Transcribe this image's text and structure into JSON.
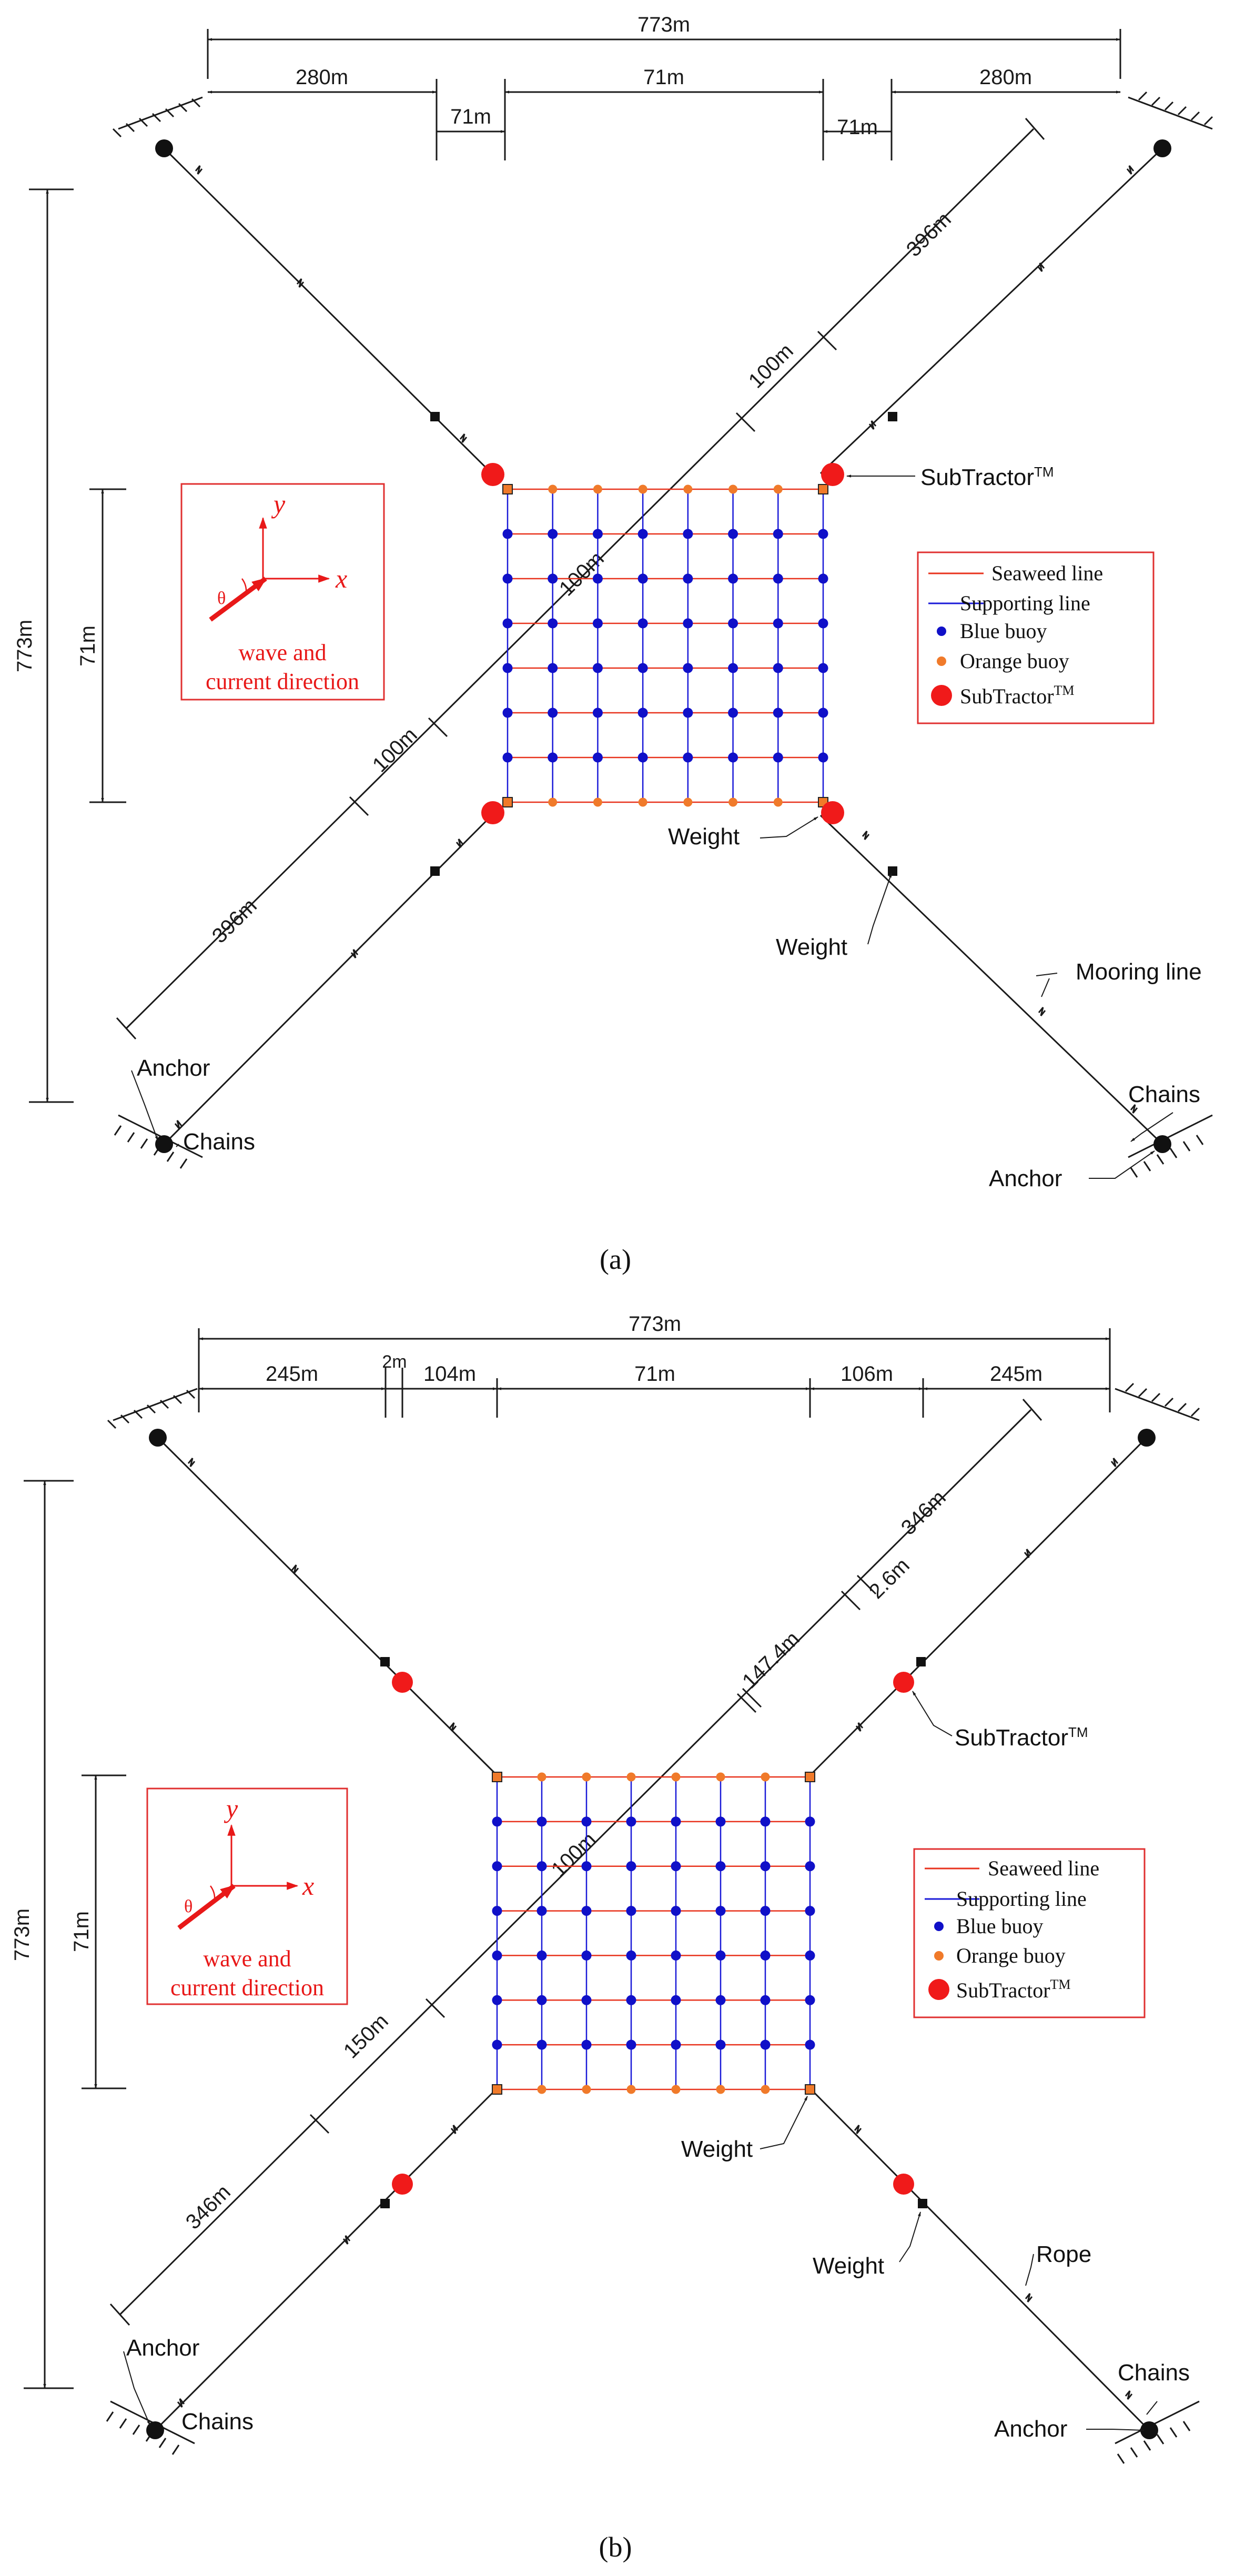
{
  "colors": {
    "seaweed": "#e8321c",
    "support": "#1a1ad8",
    "blue_buoy": "#1010c8",
    "orange_buoy": "#f07a2a",
    "subtractor": "#f01a1a",
    "frame": "#e03030",
    "line": "#1a1a1a"
  },
  "legend": {
    "seaweed_line": "Seaweed line",
    "supporting_line": "Supporting line",
    "blue_buoy": "Blue buoy",
    "orange_buoy": "Orange buoy",
    "subtractor": "SubTractor",
    "subtractor_sup": "TM"
  },
  "axes_inset": {
    "y": "y",
    "x": "x",
    "theta": "θ",
    "caption_line1": "wave and",
    "caption_line2": "current direction"
  },
  "panel_a": {
    "caption": "(a)",
    "top_total": "773m",
    "top_segments": [
      "280m",
      "71m",
      "71m",
      "71m",
      "280m"
    ],
    "left_total": "773m",
    "left_net": "71m",
    "diag_upper_outer": "396m",
    "diag_upper_inner": "100m",
    "diag_net": "100m",
    "diag_lower_inner": "100m",
    "diag_lower_outer": "396m",
    "labels": {
      "subtractor": "SubTractor",
      "subtractor_sup": "TM",
      "weight_net": "Weight",
      "weight_line": "Weight",
      "mooring": "Mooring line",
      "chains_right": "Chains",
      "anchor_right": "Anchor",
      "anchor_left": "Anchor",
      "chains_left": "Chains"
    }
  },
  "panel_b": {
    "caption": "(b)",
    "top_total": "773m",
    "top_segments": [
      "245m",
      "2m",
      "104m",
      "71m",
      "106m",
      "245m"
    ],
    "left_total": "773m",
    "left_net": "71m",
    "diag_upper_outer": "346m",
    "diag_upper_gap": "2.6m",
    "diag_upper_inner": "147.4m",
    "diag_net": "100m",
    "diag_lower_inner": "150m",
    "diag_lower_outer": "346m",
    "labels": {
      "subtractor": "SubTractor",
      "subtractor_sup": "TM",
      "weight_net": "Weight",
      "weight_line": "Weight",
      "rope": "Rope",
      "chains_right": "Chains",
      "anchor_right": "Anchor",
      "anchor_left": "Anchor",
      "chains_left": "Chains"
    }
  }
}
